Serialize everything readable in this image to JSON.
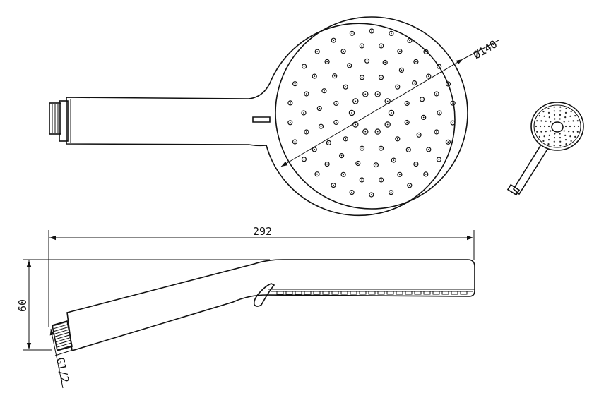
{
  "dimensions": {
    "diameter": "Ø140",
    "length": "292",
    "height": "60",
    "thread": "G1/2"
  }
}
